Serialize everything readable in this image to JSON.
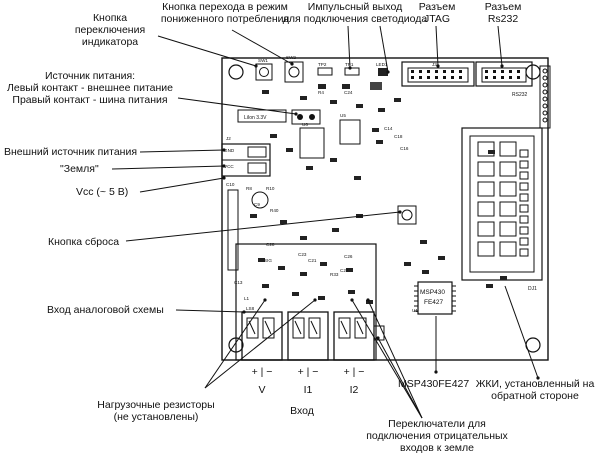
{
  "callouts": {
    "indicator_button": [
      "Кнопка",
      "переключения",
      "индикатора"
    ],
    "low_power_button": [
      "Кнопка перехода в режим",
      "пониженного потребления"
    ],
    "pulse_output": [
      "Импульсный выход",
      "для подключения светодиода"
    ],
    "jtag": [
      "Разъем",
      "JTAG"
    ],
    "rs232": [
      "Разъем",
      "Rs232"
    ],
    "power_source": [
      "Источник питания:",
      "Левый контакт - внешнее питание",
      "Правый контакт - шина питания"
    ],
    "ext_power": [
      "Внешний источник питания"
    ],
    "ground": [
      "\"Земля\""
    ],
    "vcc": [
      "Vcc (~ 5 В)"
    ],
    "reset_button": [
      "Кнопка сброса"
    ],
    "analog_input": [
      "Вход аналоговой схемы"
    ],
    "mcu": [
      "MSP430FE427"
    ],
    "lcd": [
      "ЖКИ, установленный на",
      "обратной стороне"
    ],
    "load_resistors": [
      "Нагрузочные резисторы",
      "(не установлены)"
    ],
    "input_word": [
      "Вход"
    ],
    "switches": [
      "Переключатели для",
      "подключения отрицательных",
      "входов к земле"
    ]
  },
  "inputs": {
    "polarity": "+ | −",
    "names": [
      "V",
      "I1",
      "I2"
    ]
  },
  "board": {
    "chip_line1": "MSP430",
    "chip_line2": "FE427",
    "header_jtag": "J3",
    "header_rs232": "RS232",
    "battery_label": "LiIon 3.3V",
    "lcd_label": "DJ1",
    "silkscreen": [
      "SW1",
      "SW2",
      "TP2",
      "TP1",
      "LED1",
      "R4",
      "C24",
      "U6",
      "U5",
      "C13",
      "R8",
      "R10",
      "L1",
      "SIG",
      "C28",
      "C21",
      "C23",
      "C26",
      "C27",
      "R33",
      "C10",
      "R40",
      "C9",
      "LS8",
      "U1",
      "C14",
      "C18",
      "C16",
      "J2",
      "GND",
      "VCC"
    ]
  }
}
